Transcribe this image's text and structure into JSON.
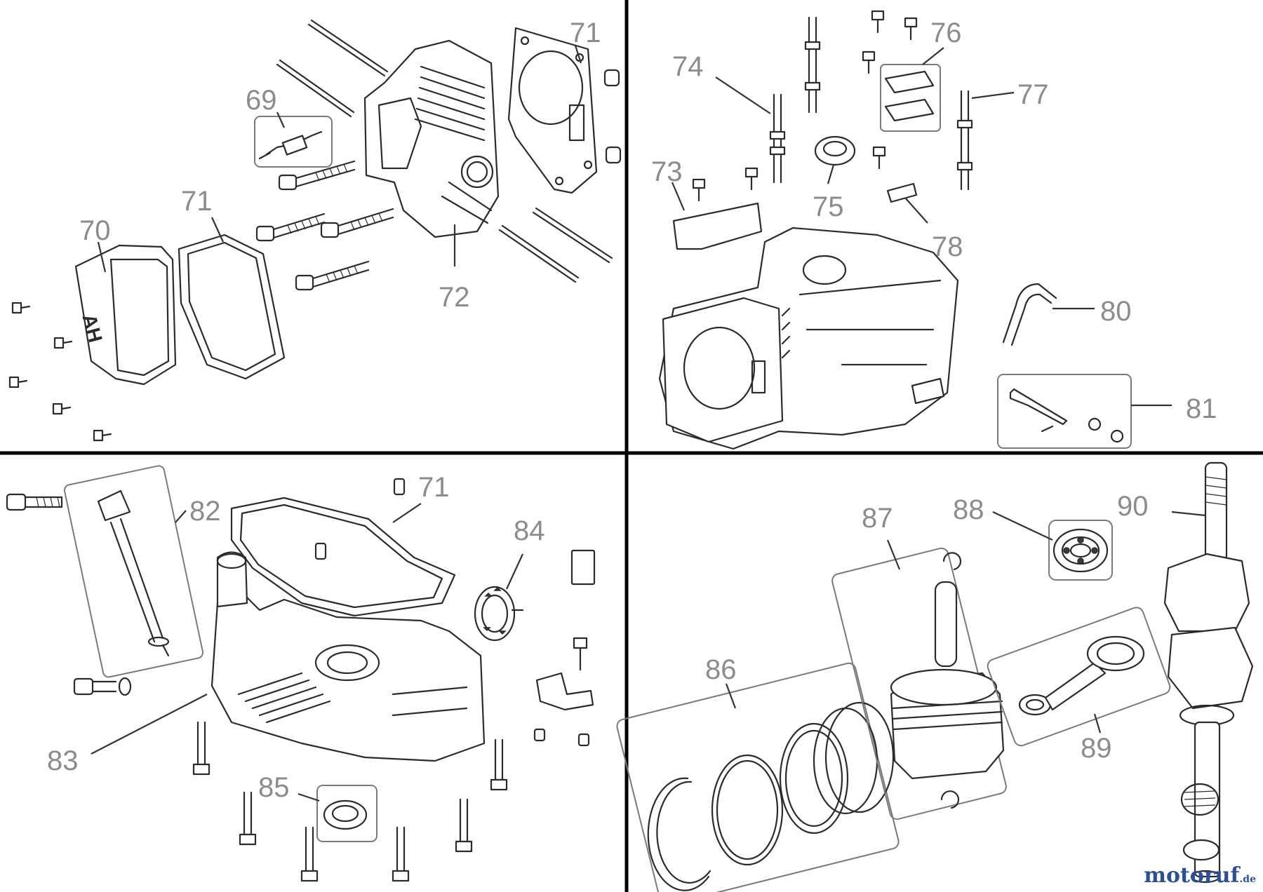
{
  "callouts": {
    "c69": "69",
    "c70": "70",
    "c71a": "71",
    "c71b": "71",
    "c72": "72",
    "c73": "73",
    "c74": "74",
    "c75": "75",
    "c76": "76",
    "c77": "77",
    "c78": "78",
    "c80": "80",
    "c81": "81",
    "c71c": "71",
    "c82": "82",
    "c83": "83",
    "c84": "84",
    "c85": "85",
    "c86": "86",
    "c87": "87",
    "c88": "88",
    "c89": "89",
    "c90": "90"
  },
  "cover_embossed_text": "AH",
  "brand": {
    "name": "motoruf",
    "suffix": ".de"
  },
  "colors": {
    "callout": "#8c8c8c",
    "line": "#2b2b2b",
    "divider": "#000000",
    "brand_blue": "#2d4f9a",
    "brand_orange": "#e07a1a"
  }
}
